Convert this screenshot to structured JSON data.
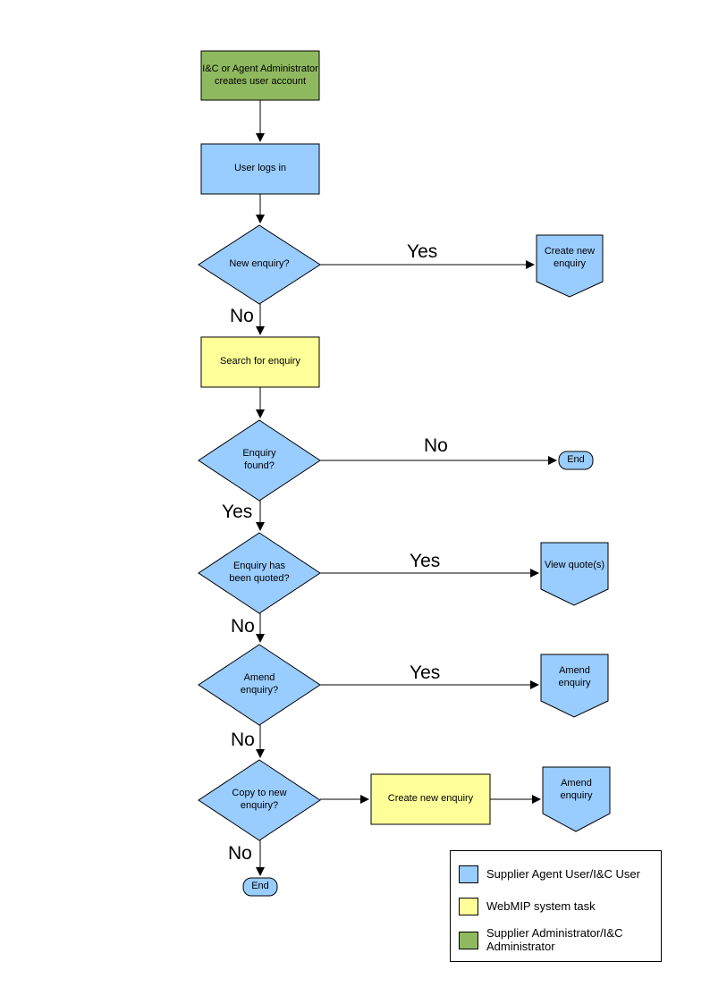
{
  "colors": {
    "user_task_blue": "#99CCFF",
    "system_task_yellow": "#FFFF99",
    "admin_task_green": "#8FB95F",
    "line": "#000000"
  },
  "nodes": {
    "create_account": {
      "label": "I&C or Agent Administrator creates user account"
    },
    "user_logs_in": {
      "label": "User logs in"
    },
    "new_enquiry_q": {
      "label": "New enquiry?"
    },
    "create_new_enquiry_1": {
      "label": "Create new enquiry"
    },
    "search_for_enquiry": {
      "label": "Search for enquiry"
    },
    "enquiry_found_q": {
      "label": "Enquiry found?"
    },
    "end_1": {
      "label": "End"
    },
    "enquiry_quoted_q": {
      "label": "Enquiry has been quoted?"
    },
    "view_quotes": {
      "label": "View quote(s)"
    },
    "amend_enquiry_q": {
      "label": "Amend enquiry?"
    },
    "amend_enquiry_1": {
      "label": "Amend enquiry"
    },
    "copy_to_new_q": {
      "label": "Copy to new enquiry?"
    },
    "create_new_enquiry_2": {
      "label": "Create new enquiry"
    },
    "amend_enquiry_2": {
      "label": "Amend enquiry"
    },
    "end_2": {
      "label": "End"
    }
  },
  "branch_labels": {
    "new_enquiry_yes": "Yes",
    "new_enquiry_no": "No",
    "enquiry_found_no": "No",
    "enquiry_found_yes": "Yes",
    "quoted_yes": "Yes",
    "quoted_no": "No",
    "amend_yes": "Yes",
    "amend_no": "No",
    "copy_no": "No"
  },
  "legend": {
    "items": [
      {
        "color": "#99CCFF",
        "label": "Supplier Agent User/I&C User"
      },
      {
        "color": "#FFFF99",
        "label": "WebMIP system task"
      },
      {
        "color": "#8FB95F",
        "label": "Supplier Administrator/I&C Administrator"
      }
    ]
  }
}
